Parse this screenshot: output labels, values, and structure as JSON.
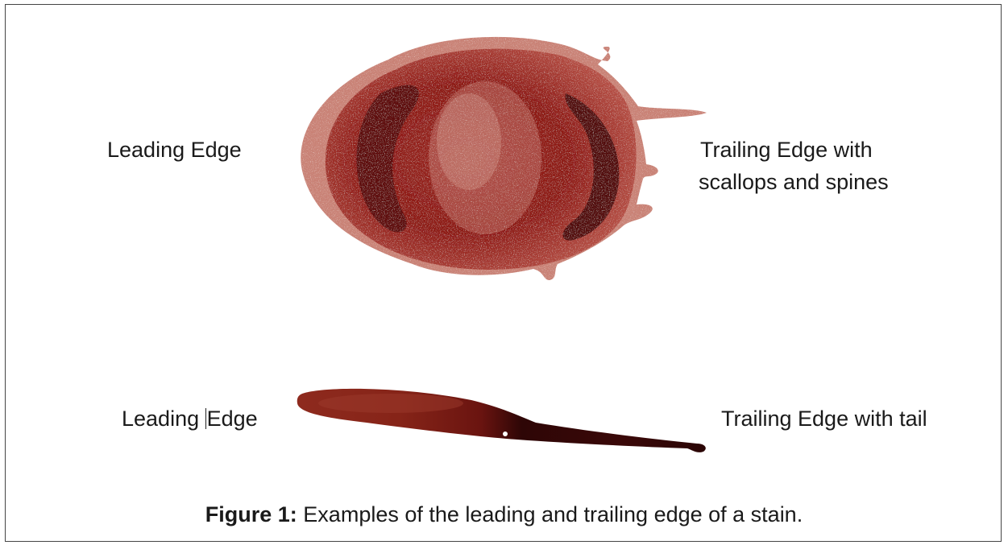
{
  "figure": {
    "top_stain": {
      "leading_label": "Leading Edge",
      "trailing_label_line1": "Trailing Edge with",
      "trailing_label_line2": "scallops and spines"
    },
    "bottom_stain": {
      "leading_label_part1": "Leading ",
      "leading_label_part2": "Edge",
      "trailing_label": "Trailing Edge with tail"
    },
    "caption": {
      "prefix": "Figure 1:",
      "text": " Examples of the leading and trailing edge of a stain."
    },
    "colors": {
      "stain_dark": "#5a0b0b",
      "stain_mid": "#8e1a16",
      "stain_light": "#b9554a",
      "stain_pale": "#d79a8e"
    }
  }
}
